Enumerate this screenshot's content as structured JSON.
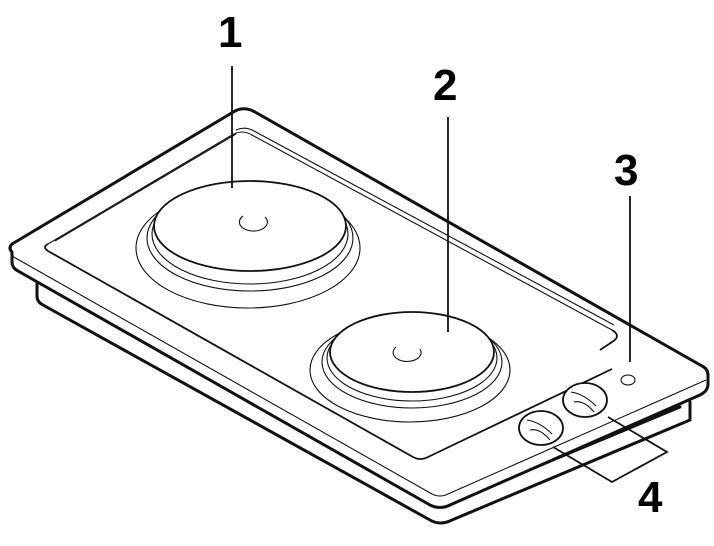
{
  "diagram": {
    "subject": "Two-zone electric hob (cooktop) with control knobs",
    "callouts": [
      {
        "number": "1",
        "part": "cooking-zone-rear-left"
      },
      {
        "number": "2",
        "part": "cooking-zone-front"
      },
      {
        "number": "3",
        "part": "indicator-light"
      },
      {
        "number": "4",
        "part": "control-knobs"
      }
    ],
    "colors": {
      "line": "#111111",
      "background": "#ffffff"
    }
  }
}
